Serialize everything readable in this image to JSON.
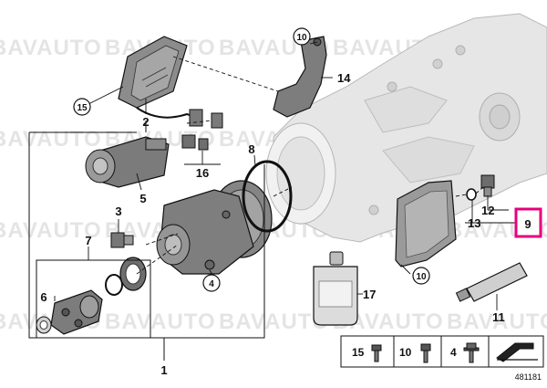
{
  "watermark": "BAVAUTO",
  "colors": {
    "highlight": "#e6007e",
    "housing": "#e2e2e2",
    "part": "#8a8a8a",
    "line": "#111111",
    "oring": "#111111",
    "oil_bottle": "#d9d9d9"
  },
  "callouts": {
    "c1": "1",
    "c2": "2",
    "c3": "3",
    "c4": "4",
    "c5": "5",
    "c6": "6",
    "c7": "7",
    "c8": "8",
    "c9": "9",
    "c10a": "10",
    "c10b": "10",
    "c11": "11",
    "c12": "12",
    "c13": "13",
    "c14": "14",
    "c15": "15",
    "c16": "16",
    "c17": "17"
  },
  "legend": {
    "items": [
      {
        "num": "15",
        "icon": "screw-icon"
      },
      {
        "num": "10",
        "icon": "bolt-icon"
      },
      {
        "num": "4",
        "icon": "flange-bolt-icon"
      }
    ],
    "arrow_icon": "hand-arrow-icon"
  },
  "diagram_number": "481181"
}
